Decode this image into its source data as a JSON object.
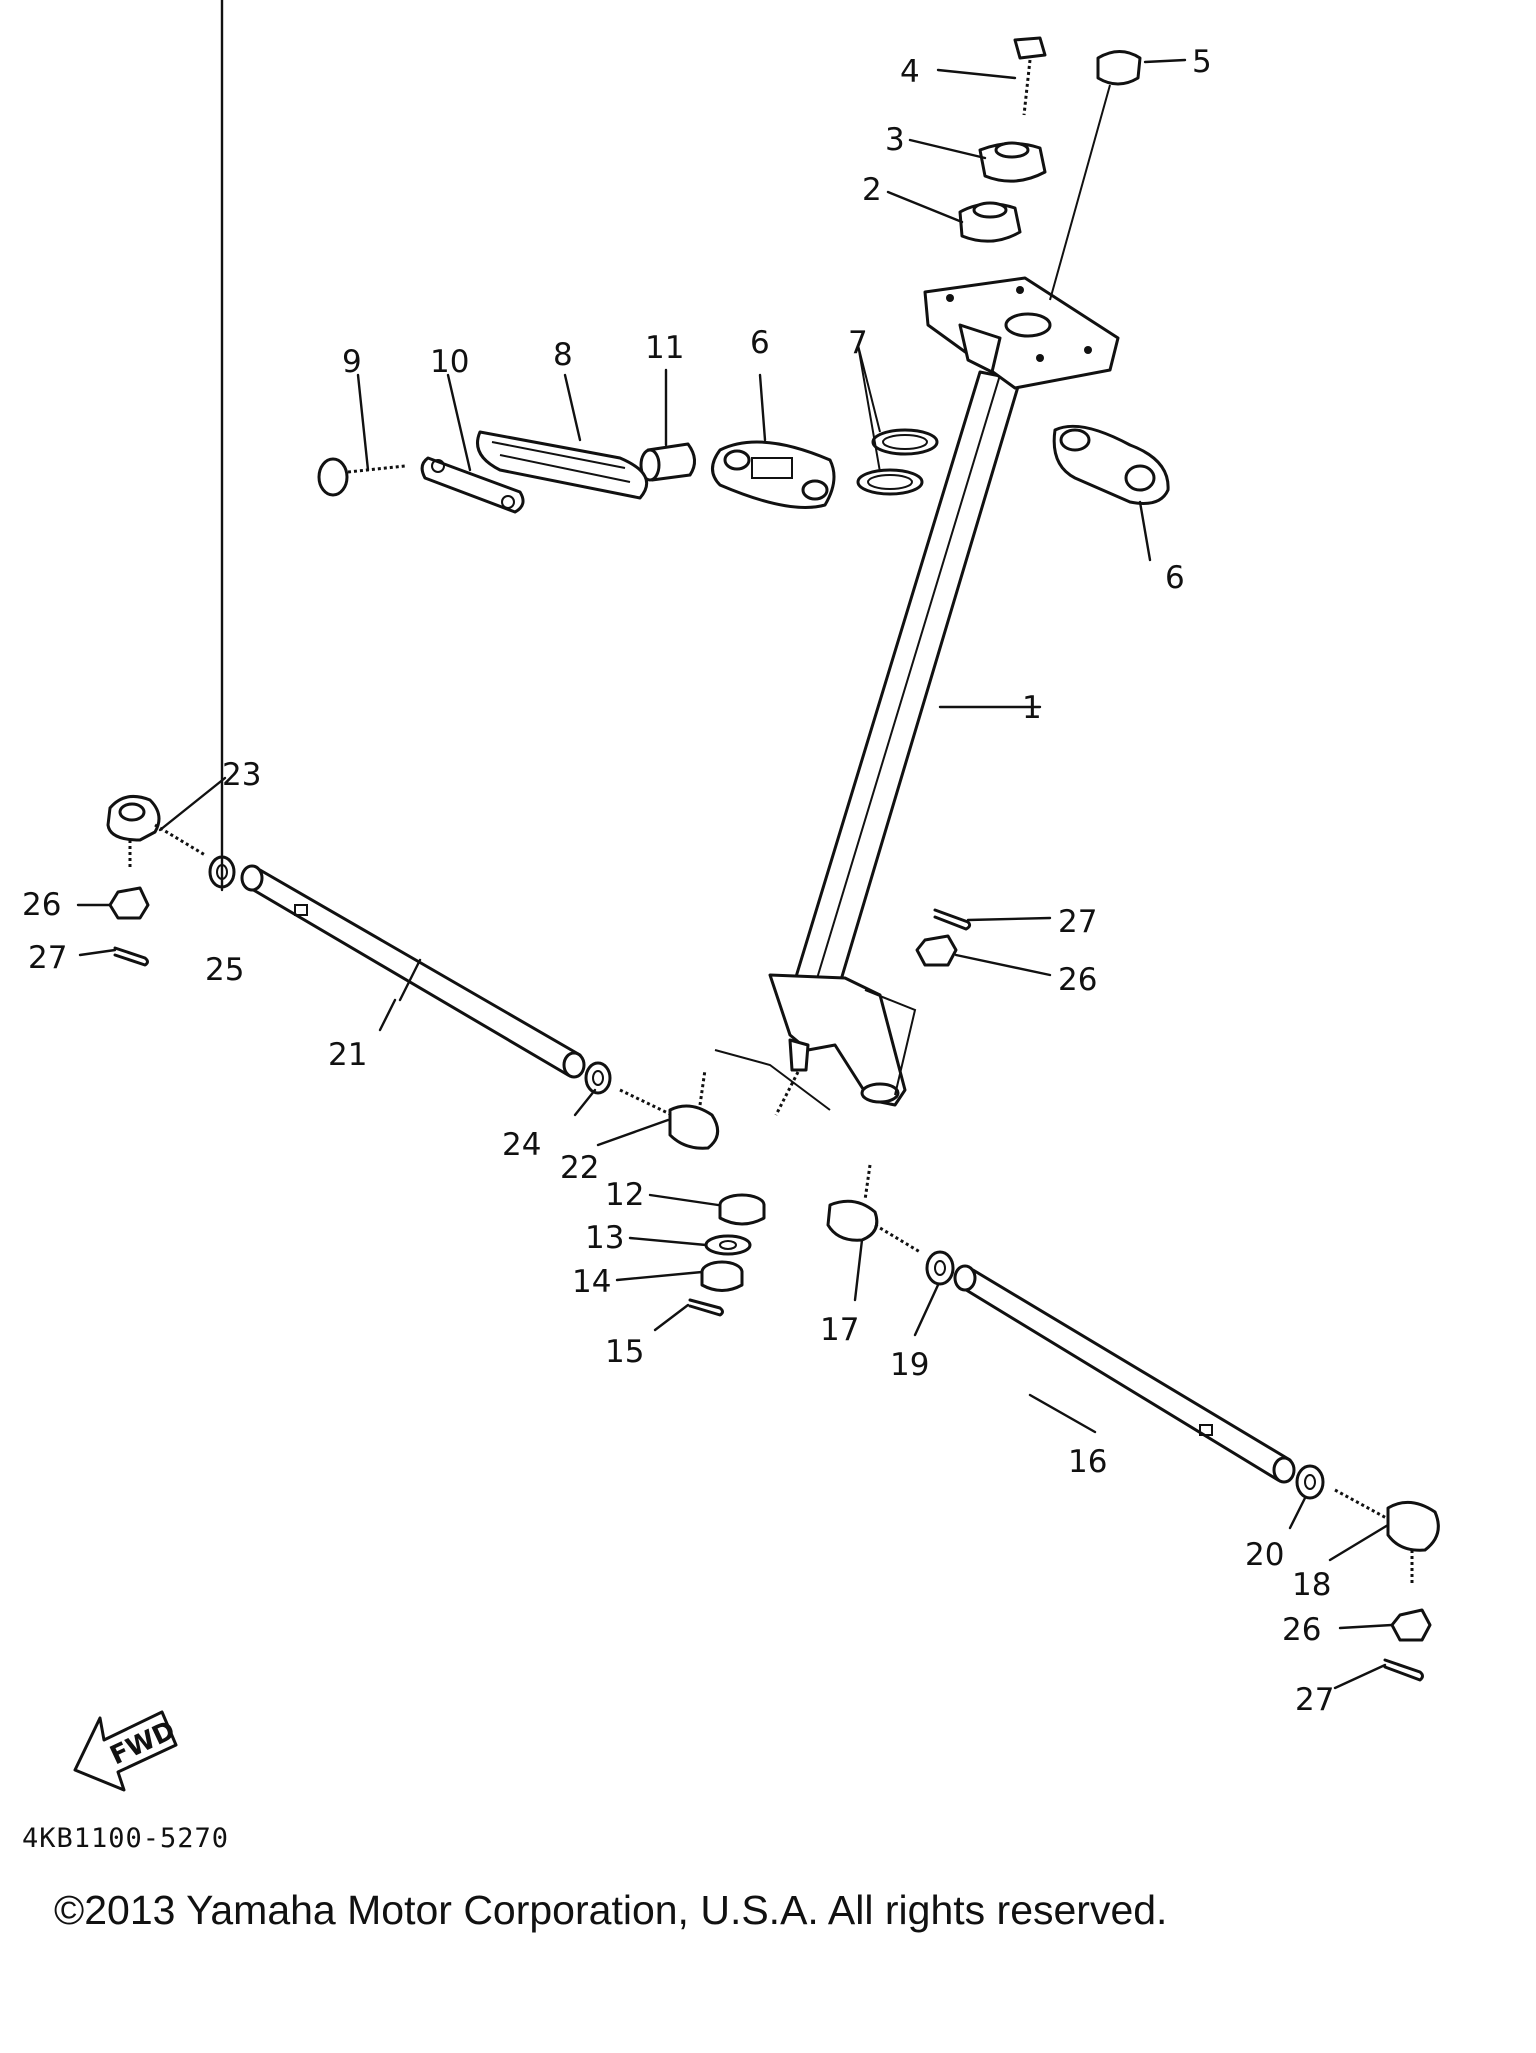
{
  "callouts": {
    "c1": "1",
    "c2": "2",
    "c3": "3",
    "c4": "4",
    "c5": "5",
    "c6a": "6",
    "c6b": "6",
    "c7": "7",
    "c8": "8",
    "c9": "9",
    "c10": "10",
    "c11": "11",
    "c12": "12",
    "c13": "13",
    "c14": "14",
    "c15": "15",
    "c16": "16",
    "c17": "17",
    "c18": "18",
    "c19": "19",
    "c20": "20",
    "c21": "21",
    "c22": "22",
    "c23": "23",
    "c24": "24",
    "c25": "25",
    "c26a": "26",
    "c26b": "26",
    "c26c": "26",
    "c27a": "27",
    "c27b": "27",
    "c27c": "27"
  },
  "fwd_label": "FWD",
  "diagram_code": "4KB1100-5270",
  "copyright": "©2013 Yamaha Motor Corporation, U.S.A. All rights reserved."
}
